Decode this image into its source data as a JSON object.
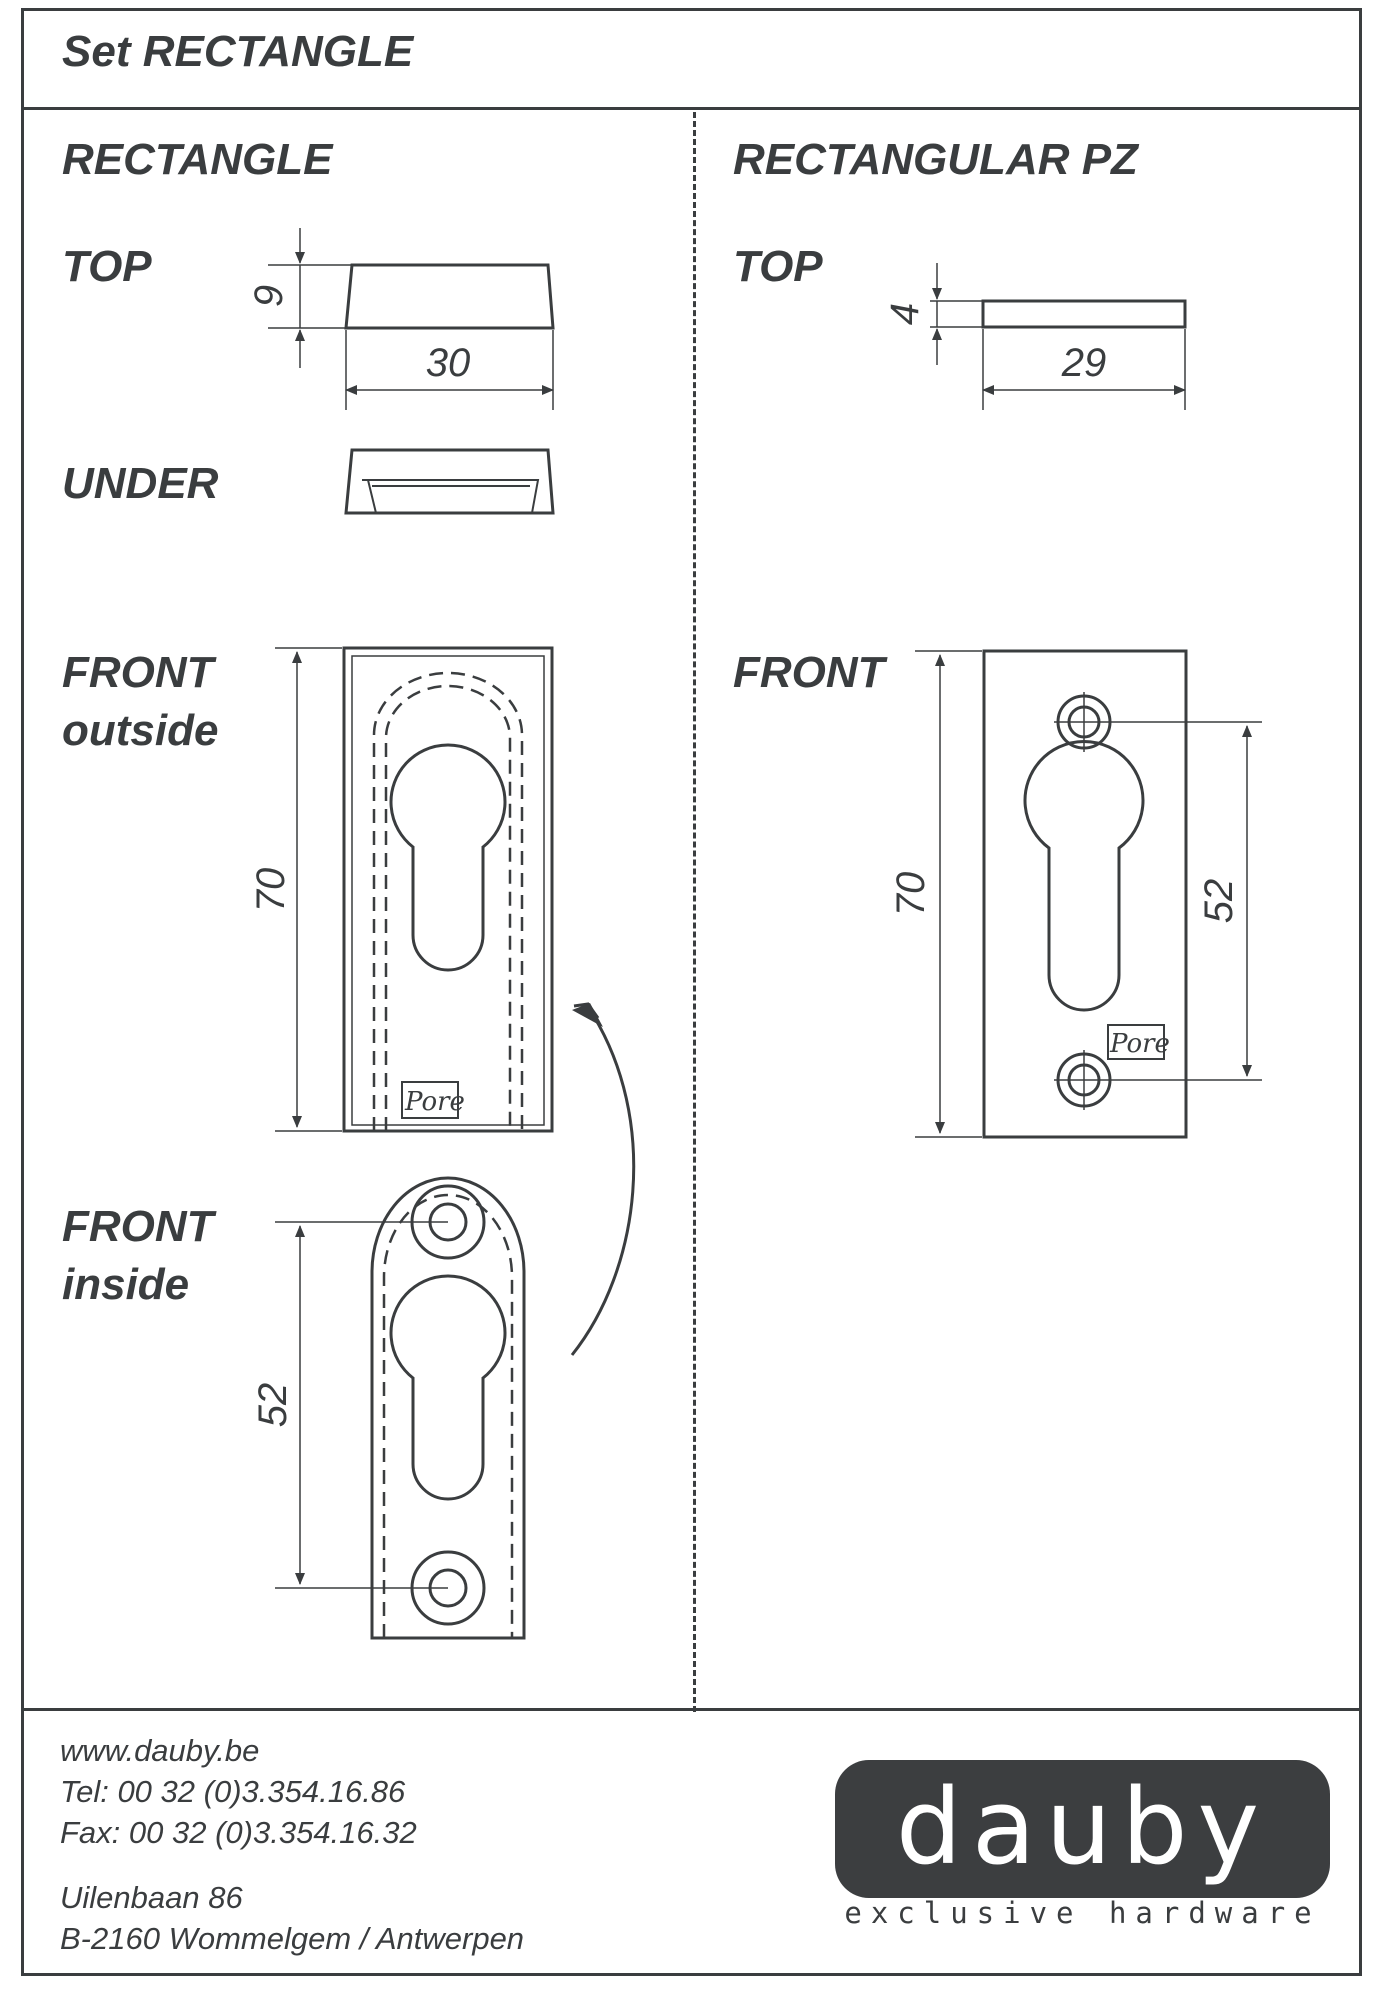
{
  "header": {
    "title": "Set RECTANGLE"
  },
  "left": {
    "heading": "RECTANGLE",
    "top_label": "TOP",
    "under_label": "UNDER",
    "front_outside_line1": "FRONT",
    "front_outside_line2": "outside",
    "front_inside_line1": "FRONT",
    "front_inside_line2": "inside",
    "dims": {
      "top_height": "9",
      "top_width": "30",
      "front_height": "70",
      "inside_spacing": "52"
    },
    "logo_mark": "Pore"
  },
  "right": {
    "heading": "RECTANGULAR PZ",
    "top_label": "TOP",
    "front_label": "FRONT",
    "dims": {
      "top_height": "4",
      "top_width": "29",
      "front_height": "70",
      "hole_spacing": "52"
    },
    "logo_mark": "Pore"
  },
  "footer": {
    "website": "www.dauby.be",
    "tel": "Tel: 00 32 (0)3.354.16.86",
    "fax": "Fax: 00 32 (0)3.354.16.32",
    "street": "Uilenbaan 86",
    "city": "B-2160 Wommelgem / Antwerpen"
  },
  "brand": {
    "name": "dauby",
    "tagline": "exclusive hardware",
    "color": "#3c3e40"
  },
  "colors": {
    "ink": "#3a3d3f",
    "background": "#ffffff"
  }
}
